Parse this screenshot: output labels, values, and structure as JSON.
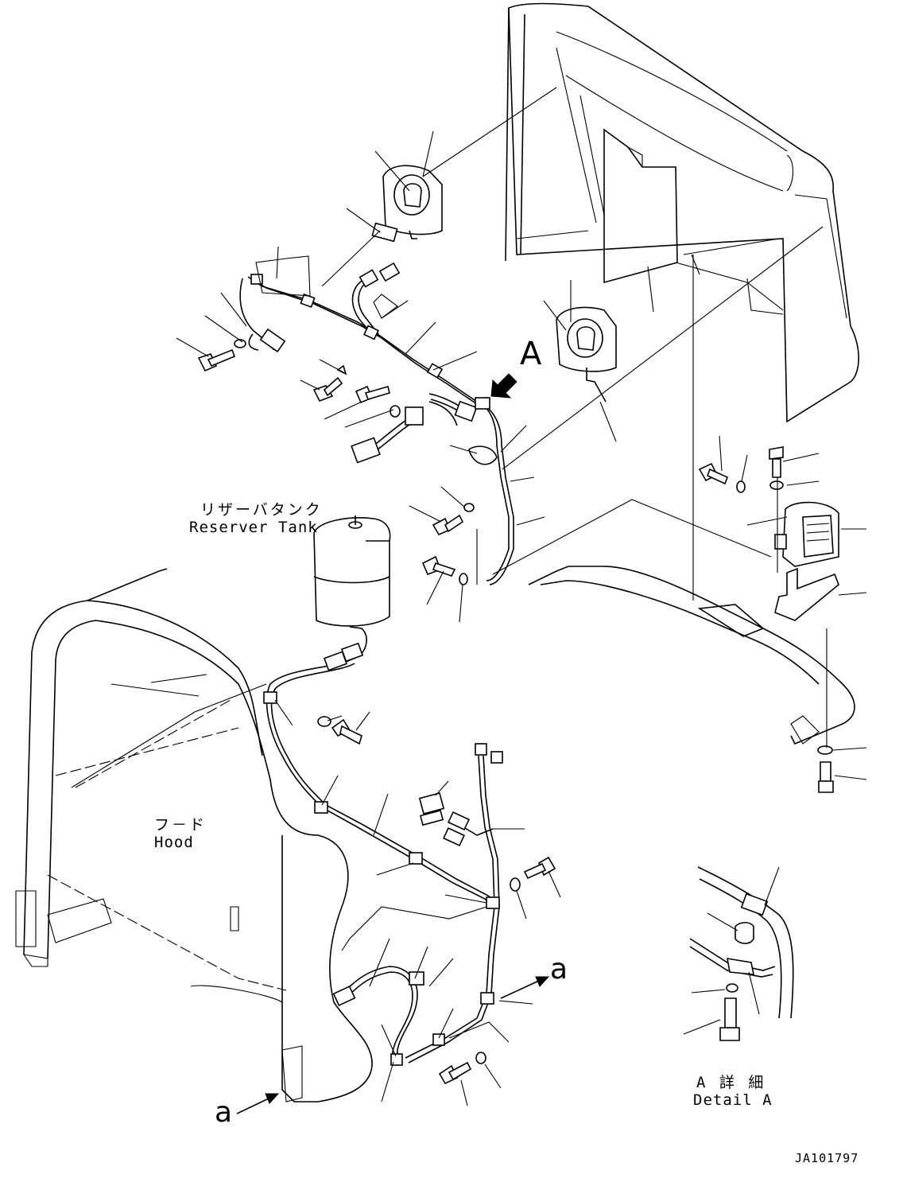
{
  "labels": {
    "reserver_tank_jp": "リザーバタンク",
    "reserver_tank_en": "Reserver Tank",
    "hood_jp": "フ－ド",
    "hood_en": "Hood",
    "view_a": "A",
    "detail_a_jp": "A 詳 細",
    "detail_a_en": "Detail A",
    "ref_a_right": "a",
    "ref_a_left": "a",
    "drawing_code": "JA101797"
  }
}
